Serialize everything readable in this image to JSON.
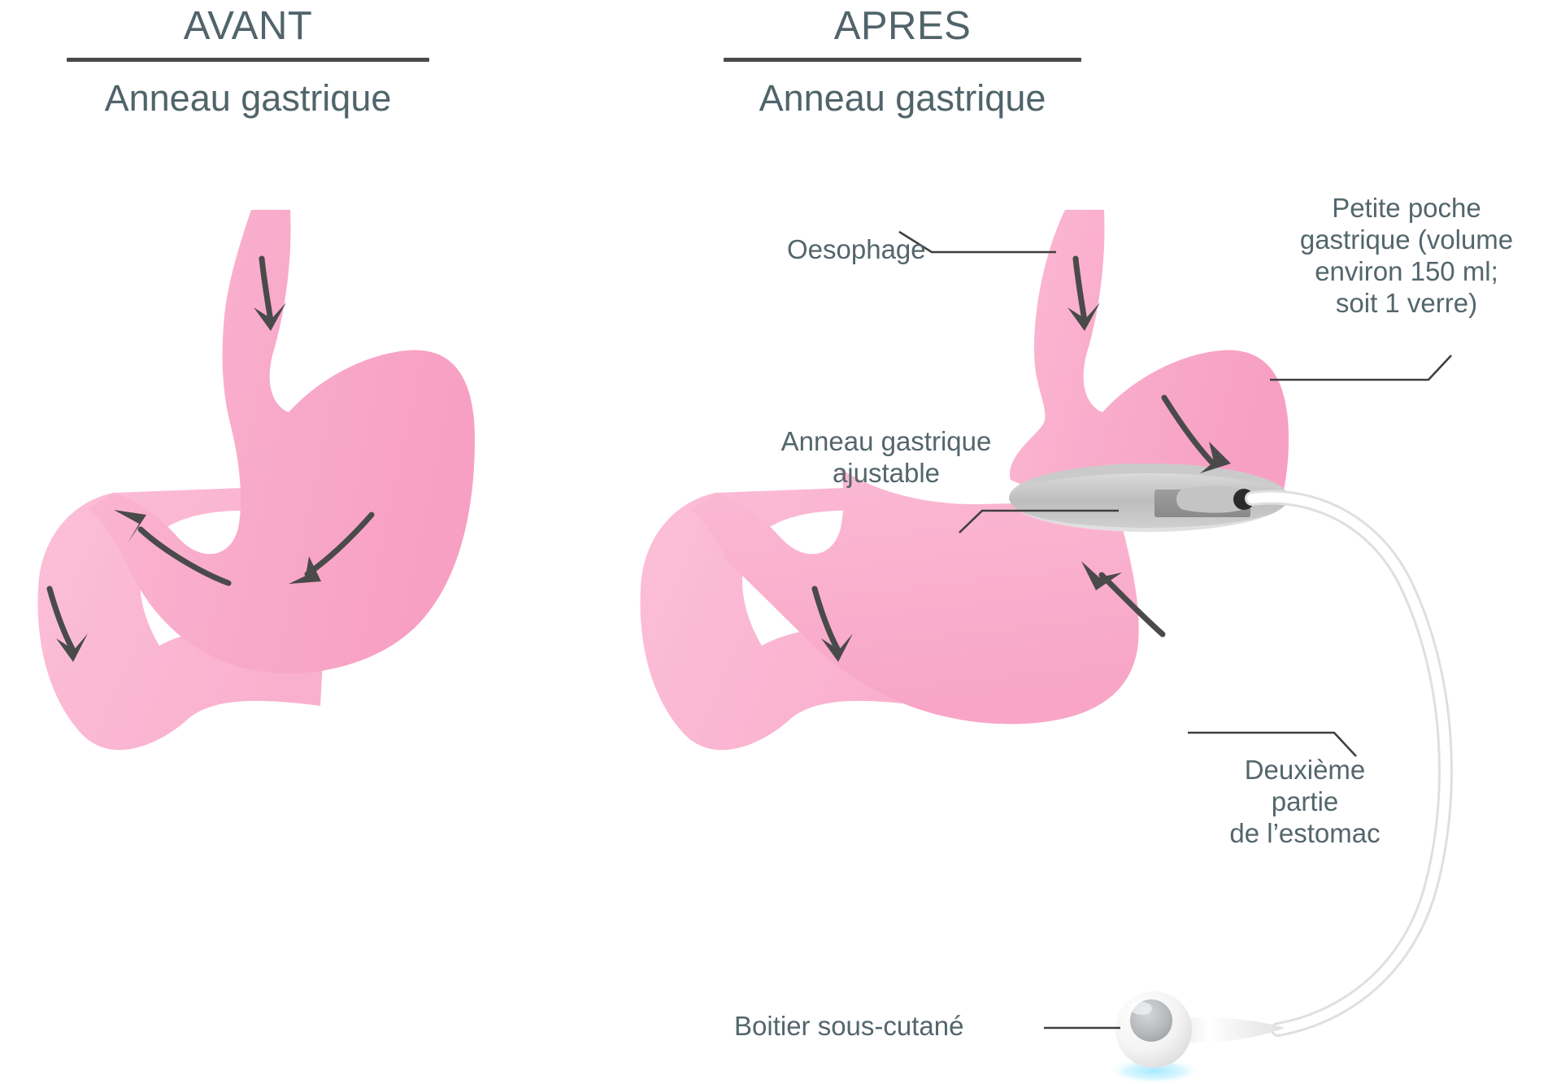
{
  "panels": {
    "before": {
      "kicker": "AVANT",
      "subtitle": "Anneau gastrique"
    },
    "after": {
      "kicker": "APRES",
      "subtitle": "Anneau gastrique"
    }
  },
  "labels": {
    "oesophage": "Oesophage",
    "pouch": "Petite poche\ngastrique (volume\nenviron 150 ml;\nsoit 1 verre)",
    "band": "Anneau gastrique\najustable",
    "second_part": "Deuxième\npartie\nde l’estomac",
    "port": "Boitier sous-cutané"
  },
  "colors": {
    "stomach_pink": "#F8A9C9",
    "stomach_pink_light": "#FBB8D2",
    "stomach_pink_deep": "#F79CC0",
    "arrow_gray": "#4a4a4a",
    "heading_text": "#50646a",
    "label_text": "#53666c",
    "rule": "#4a4a4a",
    "band_gray": "#c9c9c9",
    "band_gray_dark": "#9b9b9b",
    "band_buckle": "#8f8f8f",
    "band_pin": "#2b2b2b",
    "tube_white": "#ffffff",
    "tube_edge": "#dcdcdc",
    "port_glow": "#9fe9ff",
    "background": "#ffffff"
  }
}
